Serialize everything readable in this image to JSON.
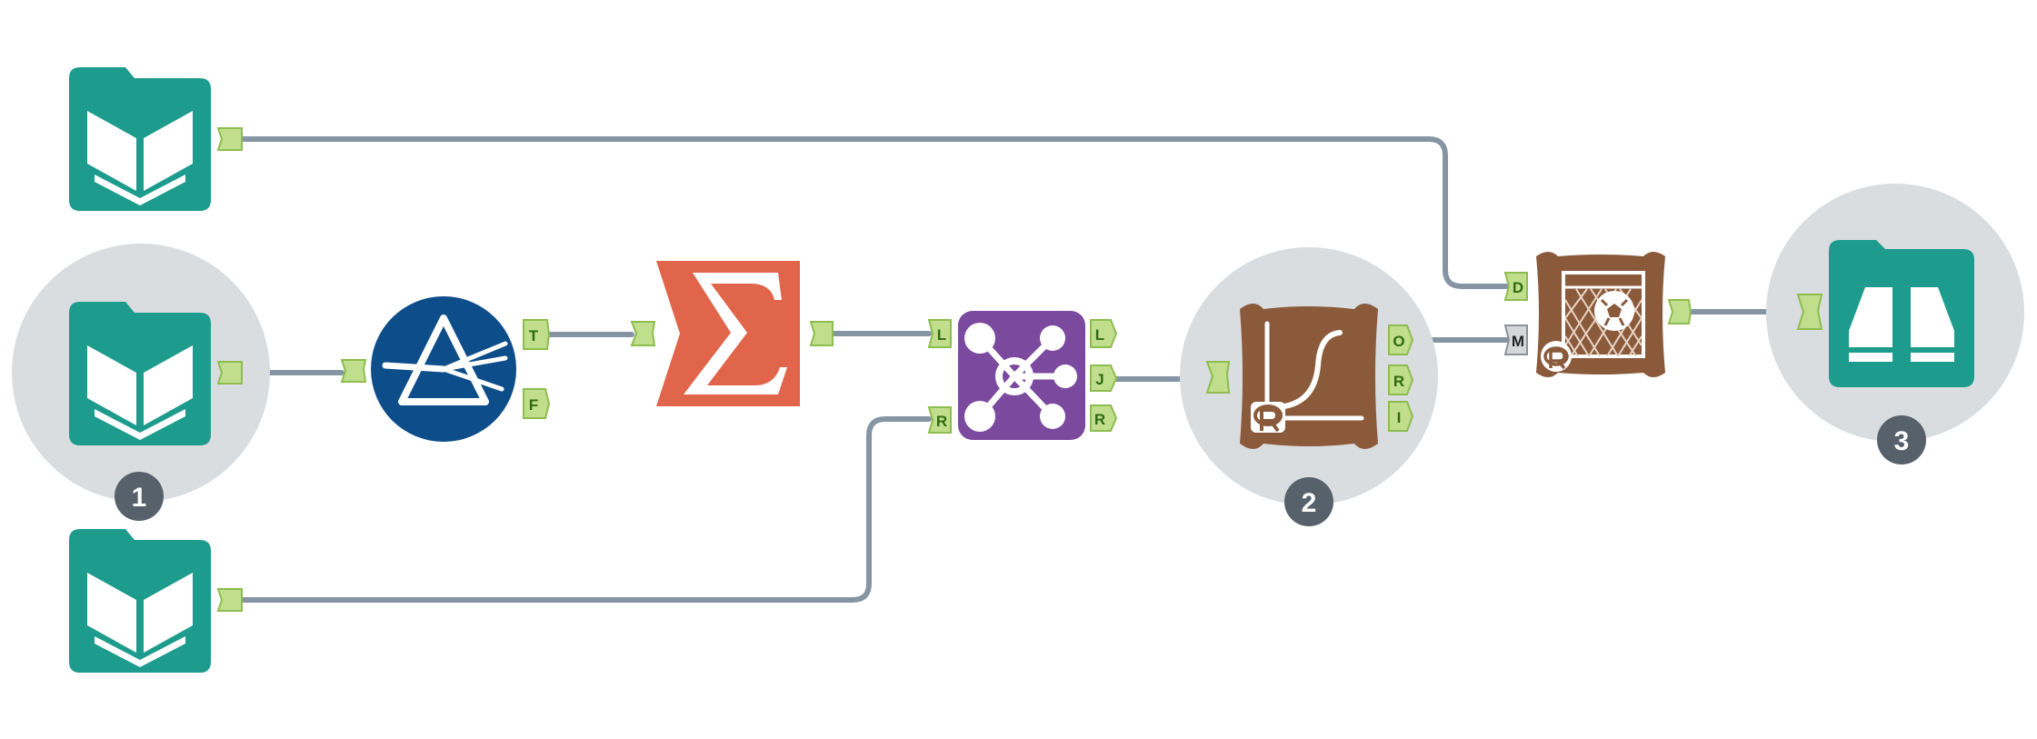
{
  "colors": {
    "connection": "#8595a3",
    "port_fill": "#c1de8c",
    "port_stroke": "#8dbd4f",
    "port_label": "#2f6b12",
    "port_fill_gray": "#d5d8da",
    "port_stroke_gray": "#8b949a",
    "port_label_gray": "#222222",
    "halo": "#d9dde0",
    "badge": "#56616b",
    "input_tool": "#1d9c8d",
    "filter_tool": "#0d4d8a",
    "summarize_tool": "#e0654a",
    "join_tool": "#7b4a9e",
    "r_tool": "#8a5a3b",
    "browse_tool": "#1d9c8d"
  },
  "tools": [
    {
      "id": "input-top",
      "icon": "open-book-icon"
    },
    {
      "id": "input-mid",
      "icon": "open-book-icon"
    },
    {
      "id": "input-bottom",
      "icon": "open-book-icon"
    },
    {
      "id": "filter",
      "icon": "prism-icon"
    },
    {
      "id": "summarize",
      "icon": "sigma-icon"
    },
    {
      "id": "join",
      "icon": "network-nodes-icon"
    },
    {
      "id": "r-model",
      "icon": "r-curve-icon"
    },
    {
      "id": "r-score",
      "icon": "r-soccer-net-icon"
    },
    {
      "id": "browse",
      "icon": "binoculars-icon"
    }
  ],
  "ports": {
    "filter_true": "T",
    "filter_false": "F",
    "join_left_in": "L",
    "join_right_in": "R",
    "join_left_out": "L",
    "join_join_out": "J",
    "join_right_out": "R",
    "model_o": "O",
    "model_r": "R",
    "model_i": "I",
    "score_d": "D",
    "score_m": "M"
  },
  "badges": {
    "one": "1",
    "two": "2",
    "three": "3"
  }
}
